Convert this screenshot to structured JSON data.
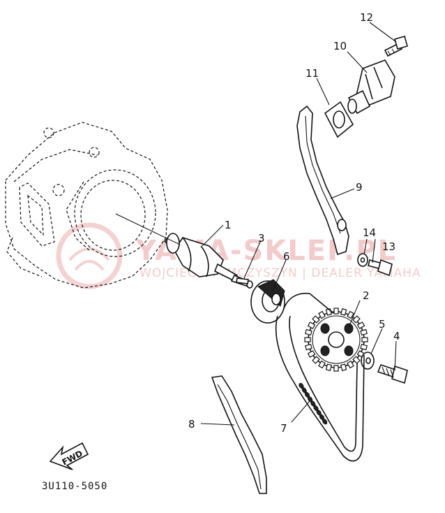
{
  "diagram": {
    "doc_code": "3U110-5050",
    "fwd_label": "FWD",
    "watermark": {
      "main": "YAMA-SKLEP.PL",
      "sub": "WOJCIECH TYMCZYSZYN | DEALER YAMAHA"
    },
    "callouts": [
      {
        "num": "1",
        "part": "camshaft"
      },
      {
        "num": "2",
        "part": "cam-sprocket"
      },
      {
        "num": "3",
        "part": "pin"
      },
      {
        "num": "4",
        "part": "bolt"
      },
      {
        "num": "5",
        "part": "washer"
      },
      {
        "num": "6",
        "part": "decompressor-weight"
      },
      {
        "num": "7",
        "part": "cam-chain"
      },
      {
        "num": "8",
        "part": "chain-guide"
      },
      {
        "num": "9",
        "part": "tensioner-guide"
      },
      {
        "num": "10",
        "part": "tensioner-assembly"
      },
      {
        "num": "11",
        "part": "gasket"
      },
      {
        "num": "12",
        "part": "tensioner-bolt"
      },
      {
        "num": "13",
        "part": "guide-bolt"
      },
      {
        "num": "14",
        "part": "guide-washer"
      }
    ]
  }
}
